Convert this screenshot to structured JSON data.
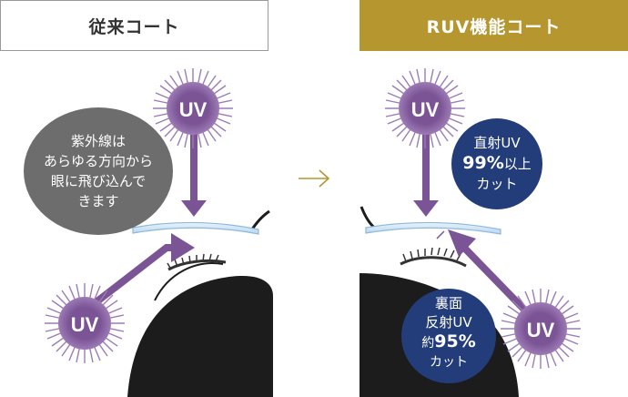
{
  "left_panel": {
    "title": "従来コート",
    "uv_top_label": "UV",
    "uv_bottom_label": "UV",
    "bubble_lines": [
      "紫外線は",
      "あらゆる方向から",
      "眼に飛び込んで",
      "きます"
    ]
  },
  "right_panel": {
    "title": "RUV機能コート",
    "uv_top_label": "UV",
    "uv_bottom_label": "UV",
    "direct_bubble": {
      "line1": "直射UV",
      "percent": "99%",
      "suffix": "以上",
      "line3": "カット"
    },
    "back_bubble": {
      "line1": "裏面",
      "line2": "反射UV",
      "prefix": "約",
      "percent": "95%",
      "line4": "カット"
    }
  },
  "colors": {
    "gold": "#b5962f",
    "purple": "#7b5496",
    "navy": "#233d7a",
    "gray_bubble": "#6d6d6d",
    "lens": "#cfe3f4",
    "head": "#1c1c1c"
  },
  "icons": {
    "arrow_between": "right-arrow-icon"
  }
}
